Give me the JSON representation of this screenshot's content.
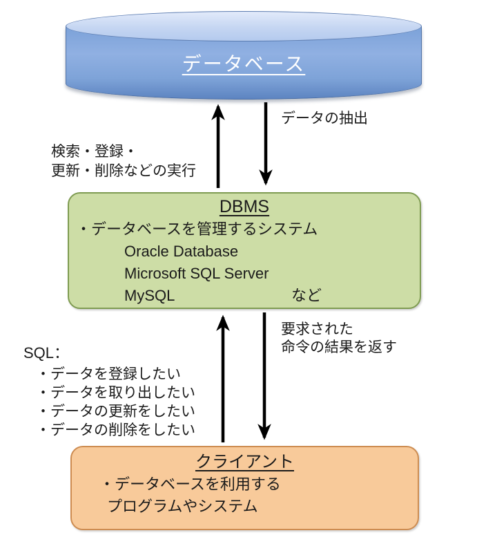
{
  "database": {
    "title": "データベース"
  },
  "dbms": {
    "title": "DBMS",
    "description": "・データベースを管理するシステム",
    "examples": [
      "Oracle Database",
      "Microsoft SQL Server",
      "MySQL"
    ],
    "etc_label": "など"
  },
  "client": {
    "title": "クライアント",
    "description_line1": "・データベースを利用する",
    "description_line2": "プログラムやシステム"
  },
  "labels": {
    "db_extract": "データの抽出",
    "dbms_exec_line1": "検索・登録・",
    "dbms_exec_line2": "更新・削除などの実行",
    "result_line1": "要求された",
    "result_line2": "命令の結果を返す"
  },
  "sql": {
    "title": "SQL：",
    "items": [
      "・データを登録したい",
      "・データを取り出したい",
      "・データの更新をしたい",
      "・データの削除をしたい"
    ]
  },
  "colors": {
    "database_fill": "#7ea3d8",
    "database_top_fill": "#c5d6f2",
    "database_border": "#5c7cb0",
    "dbms_fill": "#cddda6",
    "dbms_border": "#7e9b51",
    "client_fill": "#f8ca9a",
    "client_border": "#cd8c51",
    "arrow_color": "#000000",
    "database_text": "#ffffff",
    "body_text": "#1a1a1a"
  }
}
